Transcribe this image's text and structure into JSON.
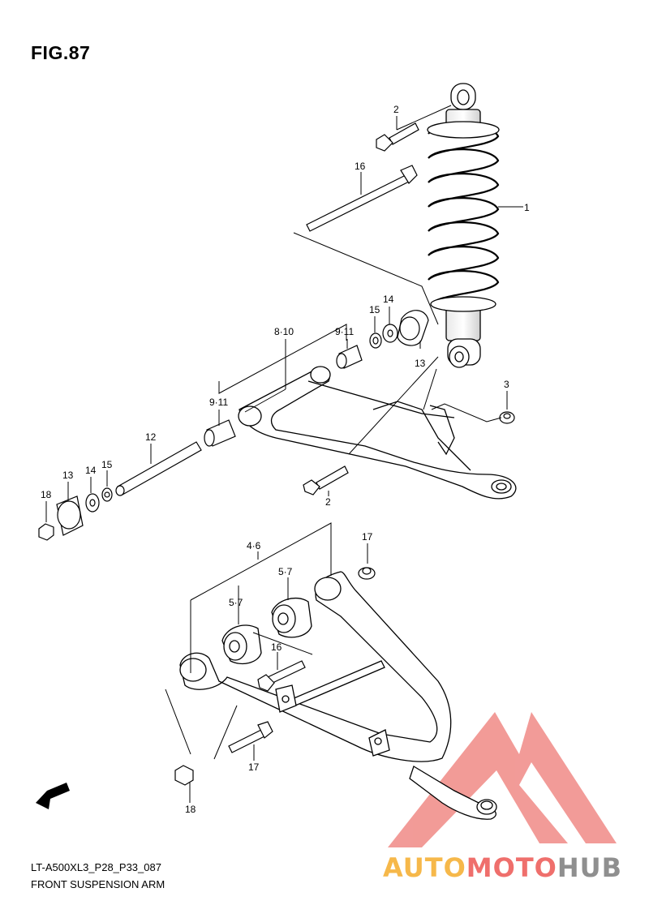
{
  "figure": {
    "title": "FIG.87",
    "code": "LT-A500XL3_P28_P33_087",
    "name": "FRONT SUSPENSION ARM"
  },
  "callouts": [
    {
      "label": "2"
    },
    {
      "label": "16"
    },
    {
      "label": "1"
    },
    {
      "label": "14"
    },
    {
      "label": "15"
    },
    {
      "label": "8·10"
    },
    {
      "label": "9·11"
    },
    {
      "label": "13"
    },
    {
      "label": "3"
    },
    {
      "label": "9·11"
    },
    {
      "label": "12"
    },
    {
      "label": "13"
    },
    {
      "label": "14"
    },
    {
      "label": "15"
    },
    {
      "label": "18"
    },
    {
      "label": "2"
    },
    {
      "label": "17"
    },
    {
      "label": "4·6"
    },
    {
      "label": "5·7"
    },
    {
      "label": "5·7"
    },
    {
      "label": "16"
    },
    {
      "label": "17"
    },
    {
      "label": "18"
    }
  ],
  "fwd_label": "FWD",
  "watermark": {
    "part1": "AUTO",
    "part2": "MOTO",
    "part3": "HUB",
    "color1": "#f6b84a",
    "color2": "#ef6f6c",
    "color3": "#8f8f8f"
  }
}
